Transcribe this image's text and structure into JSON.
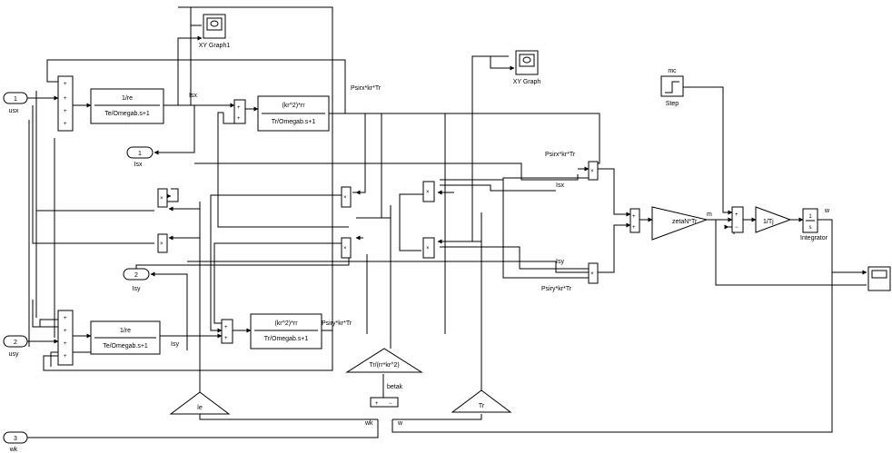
{
  "title": "",
  "ports": {
    "in_isx": {
      "num": "1",
      "label": "usx"
    },
    "in_usy": {
      "num": "2",
      "label": "usy"
    },
    "in_wk": {
      "num": "3",
      "label": "wk"
    },
    "out_isx": {
      "num": "1",
      "label": "Isx"
    },
    "out_isy": {
      "num": "2",
      "label": "Isy"
    }
  },
  "blocks": {
    "xy1": "XY Graph1",
    "xy": "XY Graph",
    "tf_s1": {
      "num": "1/re",
      "den": "Te/Omegab.s+1"
    },
    "tf_r1": {
      "num": "(kr^2)*rr",
      "den": "Tr/Omegab.s+1"
    },
    "tf_s2": {
      "num": "1/re",
      "den": "Te/Omegab.s+1"
    },
    "tf_r2": {
      "num": "(kr^2)*rr",
      "den": "Tr/Omegab.s+1"
    },
    "gain_le": "le",
    "gain_tr": "Tr",
    "gain_beta": "Tr/(rr*kr^2)",
    "gain_zeta": "zetaN*Tr",
    "gain_tj": "1/Tj",
    "step_top": "mc",
    "step": "Step",
    "integrator_sym": "1",
    "integrator_s": "s",
    "integrator": "Integrator",
    "sum_wk_plus": "+",
    "sum_wk_minus": "−",
    "plus": "+",
    "minus": "−",
    "mult": "×"
  },
  "signals": {
    "isx": "Isx",
    "isy": "Isy",
    "isx2": "Isx",
    "isy2": "Isy",
    "psirx1": "Psirx*kr*Tr",
    "psirx2": "Psirx*kr*Tr",
    "psiry1": "Psiry*kr*Tr",
    "psiry2": "Psiry*kr*Tr",
    "m": "m",
    "w_out": "w",
    "w_in": "w",
    "betak": "betak",
    "wk": "wk"
  }
}
